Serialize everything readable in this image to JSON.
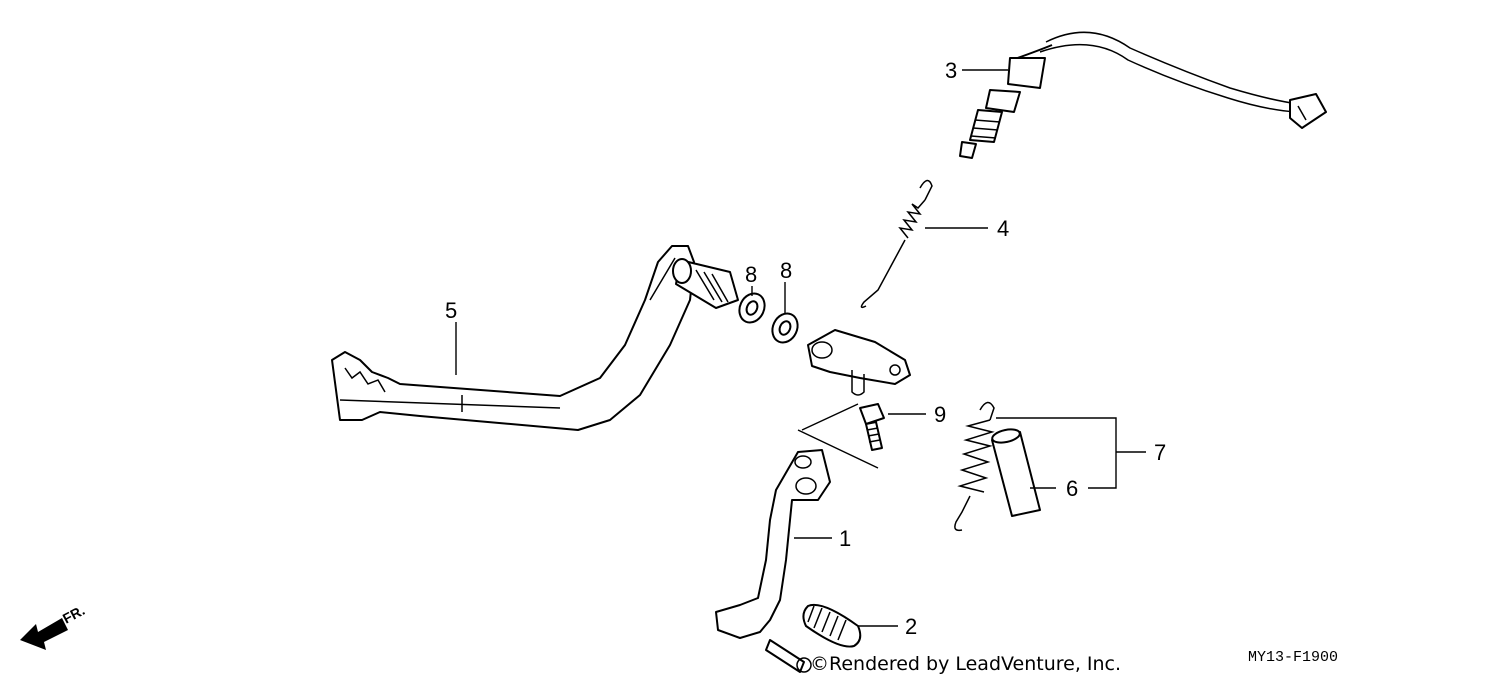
{
  "callouts": {
    "c1": "1",
    "c2": "2",
    "c3": "3",
    "c4": "4",
    "c5": "5",
    "c6": "6",
    "c7": "7",
    "c8a": "8",
    "c8b": "8",
    "c9": "9"
  },
  "front_marker": {
    "label": "FR."
  },
  "credit": "©Rendered by LeadVenture, Inc.",
  "diagram_code": "MY13-F1900"
}
